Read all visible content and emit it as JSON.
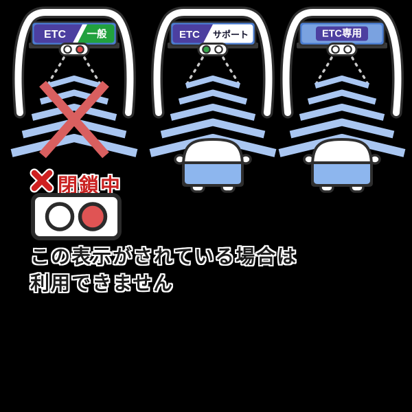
{
  "scene": {
    "description": "ETC toll gate lane illustration with three gates and closed-lane notice"
  },
  "colors": {
    "background": "#000000",
    "outline_dark": "#2f2f2f",
    "arch_fill": "#ffffff",
    "sign_frame_blue": "#4a7dd2",
    "etc_purple": "#4c3fa0",
    "general_green": "#21a13e",
    "support_text_dark": "#14142e",
    "exclusive_panel_blue": "#7aa2e0",
    "wave_blue": "#a9c6f1",
    "car_blue": "#8db6ee",
    "cross_red": "#d95f5f",
    "light_red": "#e04747",
    "light_green": "#35a54a",
    "light_off": "#ffffff",
    "notice_red": "#c92120",
    "caption_black": "#1c1c1c"
  },
  "gates": [
    {
      "name": "etc-general-lane",
      "sign_left": "ETC",
      "sign_right": "一般",
      "light_left": "#ffffff",
      "light_right": "#e04747",
      "status": "closed",
      "has_car": false,
      "has_cross": true
    },
    {
      "name": "etc-support-lane",
      "sign_left": "ETC",
      "sign_right": "サポート",
      "light_left": "#35a54a",
      "light_right": "#ffffff",
      "status": "open",
      "has_car": true,
      "has_cross": false
    },
    {
      "name": "etc-only-lane",
      "sign_label": "ETC専用",
      "light_left": "#ffffff",
      "light_right": "#ffffff",
      "status": "open",
      "has_car": true,
      "has_cross": false
    }
  ],
  "closed_notice": {
    "label": "閉鎖中"
  },
  "signal_display": {
    "left_color": "#ffffff",
    "right_color": "#e05454",
    "left_state": "off",
    "right_state": "red"
  },
  "caption": {
    "line1": "この表示がされている場合は",
    "line2": "利用できません"
  }
}
